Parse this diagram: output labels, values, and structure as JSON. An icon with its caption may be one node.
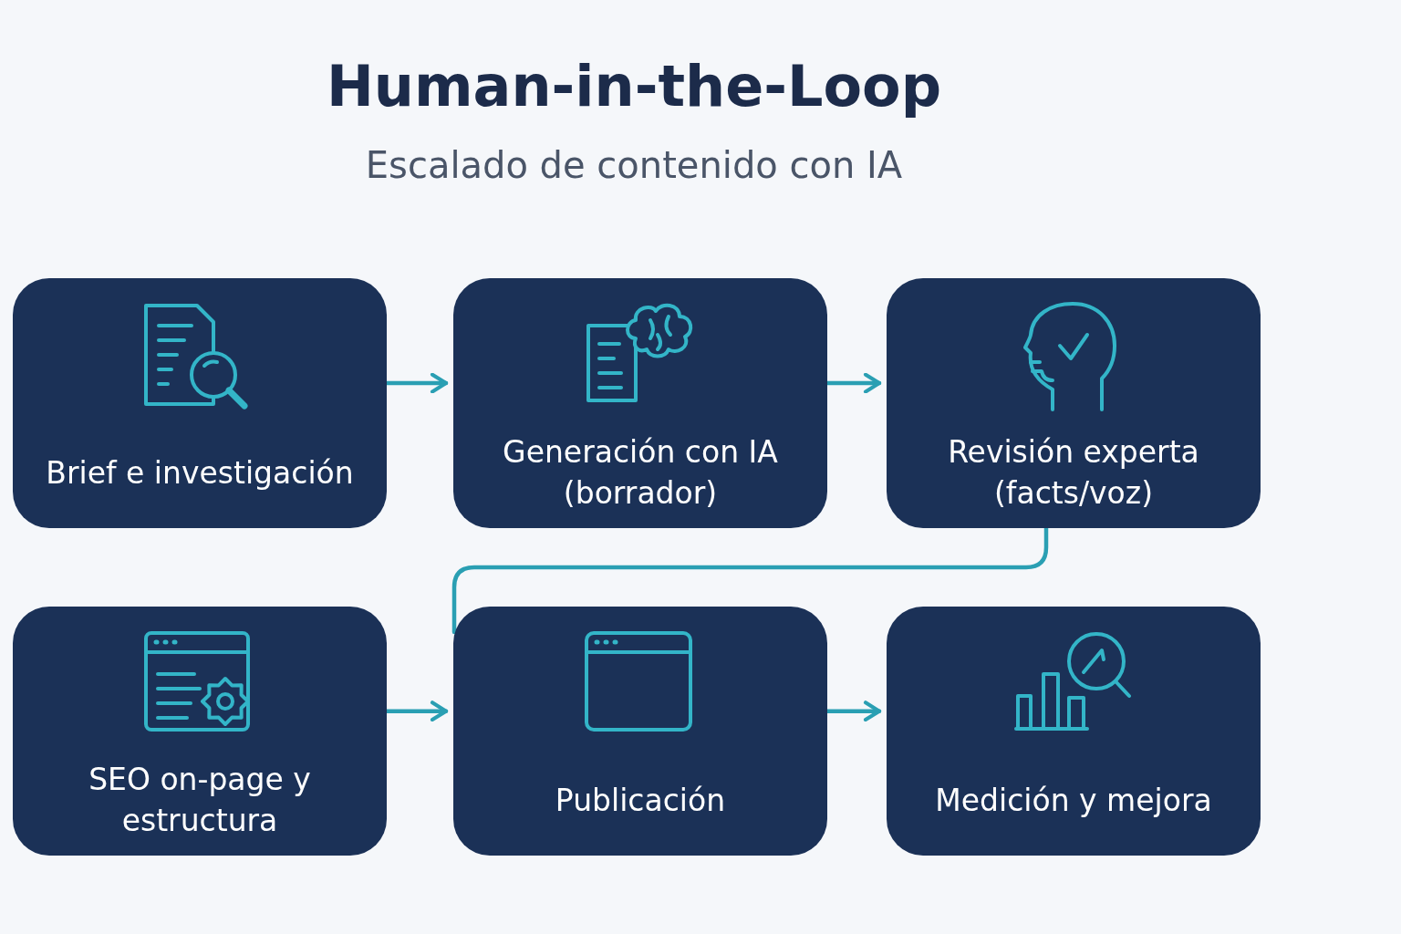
{
  "diagram": {
    "title": "Human-in-the-Loop",
    "caption": "Escalado de contenido con IA",
    "nodes": [
      {
        "text": [
          "Brief e investigación"
        ]
      },
      {
        "text": [
          "Generación con IA (borrador)"
        ]
      },
      {
        "text": [
          "Revisión experta (facts/voz)"
        ]
      },
      {
        "text": [
          "SEO on-page y estructura"
        ]
      },
      {
        "text": [
          "Publicación"
        ]
      },
      {
        "text": [
          "Medición y mejora"
        ]
      }
    ],
    "edges": [
      {
        "from": 0,
        "to": 1,
        "arrow": "to"
      },
      {
        "from": 1,
        "to": 2,
        "arrow": "to"
      },
      {
        "from": 2,
        "to": 4,
        "arrow": "none"
      },
      {
        "from": 3,
        "to": 4,
        "arrow": "to"
      },
      {
        "from": 4,
        "to": 5,
        "arrow": "to"
      }
    ]
  }
}
